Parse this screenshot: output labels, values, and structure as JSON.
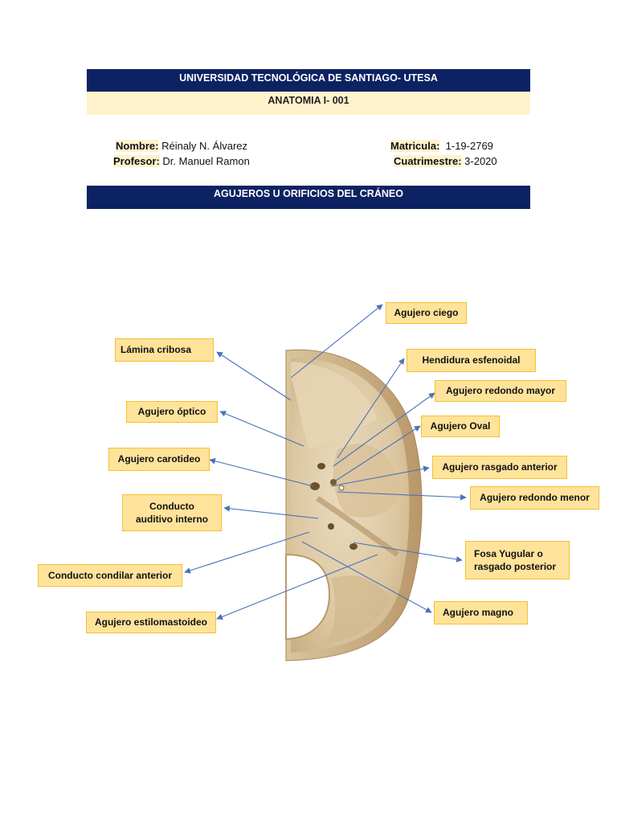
{
  "header": {
    "university": "UNIVERSIDAD TECNOLÓGICA DE SANTIAGO- UTESA",
    "course": "ANATOMIA I- 001",
    "topic": "AGUJEROS U ORIFICIOS DEL CRÁNEO"
  },
  "student": {
    "name_label": "Nombre:",
    "name_value": "Réinaly N. Álvarez",
    "professor_label": "Profesor:",
    "professor_value": "Dr. Manuel Ramon",
    "id_label": "Matricula:",
    "id_value": "1-19-2769",
    "term_label": "Cuatrimestre:",
    "term_value": "3-2020"
  },
  "labels": {
    "agujero_ciego": "Agujero ciego",
    "lamina_cribosa": "Lámina cribosa",
    "hendidura_esfenoidal": "Hendidura esfenoidal",
    "agujero_redondo_mayor": "Agujero redondo mayor",
    "agujero_optico": "Agujero óptico",
    "agujero_oval": "Agujero Oval",
    "agujero_carotideo": "Agujero carotideo",
    "agujero_rasgado_anterior": "Agujero rasgado anterior",
    "agujero_redondo_menor": "Agujero redondo menor",
    "conducto_auditivo_line1": "Conducto",
    "conducto_auditivo_line2": "auditivo interno",
    "fosa_yugular_line1": "Fosa Yugular o",
    "fosa_yugular_line2": "rasgado posterior",
    "conducto_condilar": "Conducto condilar anterior",
    "agujero_magno": "Agujero magno",
    "agujero_estilomastoideo": "Agujero estilomastoideo"
  },
  "colors": {
    "header_dark": "#0d2262",
    "header_light": "#fff2cc",
    "label_fill": "#ffe39a",
    "label_border": "#f1c232",
    "arrow": "#4a72b8"
  }
}
